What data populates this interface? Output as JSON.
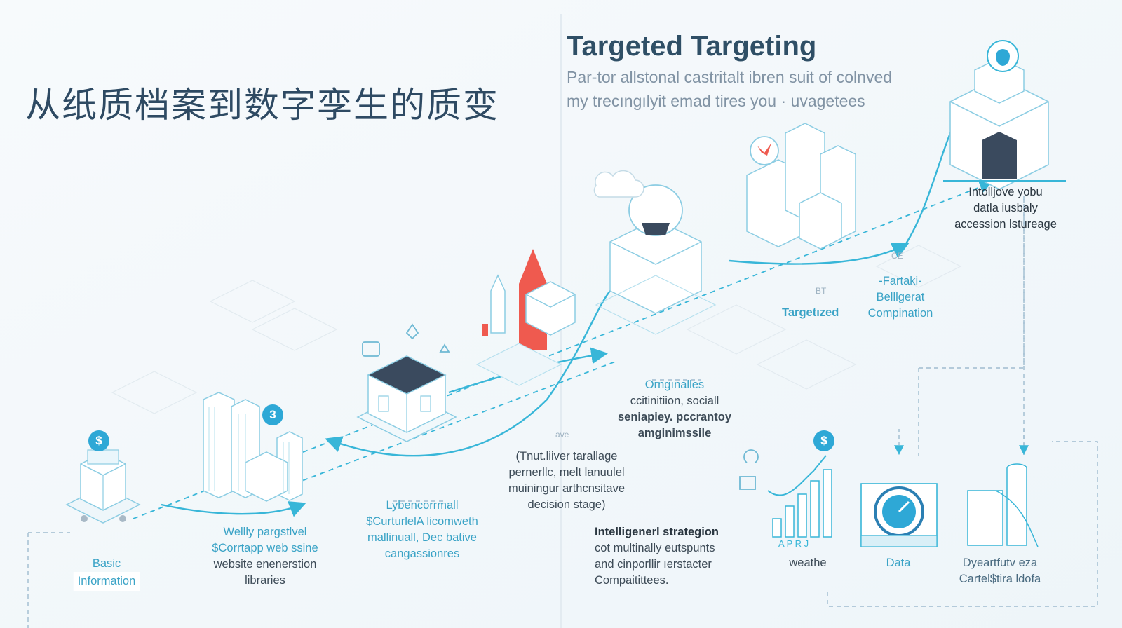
{
  "header": {
    "cn_title": "从纸质档案到数字孪生的质变",
    "en_title": "Targeted Targeting",
    "subtitle_line1": "Par-tor allstonal castritalt ibren suit of colnved",
    "subtitle_line2": "my trecıngılyit emad tires you · uvagetees"
  },
  "stages": [
    {
      "id": "basic",
      "lines": [
        "Basic",
        "Information"
      ]
    },
    {
      "id": "wellly",
      "lines": [
        "Wellly pargstlvel",
        "$Corrtapp web ssine",
        "website enenerstion",
        "libraries"
      ]
    },
    {
      "id": "lybencomall",
      "lines": [
        "Lybencorrmall",
        "$CurturlelA licomweth",
        "mallinuall, Dec bative",
        "cangassionres"
      ]
    },
    {
      "id": "multiliver",
      "lines": [
        "(Tnut.liiver tarallage",
        "pernerllc, melt lanuulel",
        "muiningur arthcnsitave",
        "decision stage)"
      ]
    },
    {
      "id": "organalles",
      "lines": [
        "Orngınalles",
        "ccitinitiion, sociall",
        "seniapiey. pccrantoy",
        "amginimssile"
      ]
    },
    {
      "id": "intelligent",
      "lines": [
        "Intelligenerl strategion",
        "cot multinally eutspunts",
        "and cinporllir ıerstacter",
        "Compaitittees."
      ]
    },
    {
      "id": "targetized",
      "lines": [
        "Targetızed"
      ]
    },
    {
      "id": "compination",
      "lines": [
        "-Fartaki-",
        "Belllgerat",
        "Compination"
      ]
    },
    {
      "id": "intolljove",
      "lines": [
        "Intolljove yobu",
        "datla iusbaly",
        "accession lstureage"
      ]
    },
    {
      "id": "weathe",
      "lines": [
        "weathe"
      ]
    },
    {
      "id": "data",
      "lines": [
        "Data"
      ]
    },
    {
      "id": "dyeartfutv",
      "lines": [
        "Dyeartfutv eza",
        "Cartel$tira ldofa"
      ]
    }
  ],
  "badges": {
    "dollar": "$",
    "number": "3"
  },
  "tags": {
    "ave": "ave",
    "bt": "BT",
    "ce": "CE",
    "chart_axis": "A  P  R  J"
  },
  "colors": {
    "accent": "#2eb3d6",
    "line": "#38b6d8",
    "ink": "#2f4f66",
    "red": "#ef5a4f",
    "dark_roof": "#3a4a5e",
    "building_stroke": "#8ccde3"
  }
}
